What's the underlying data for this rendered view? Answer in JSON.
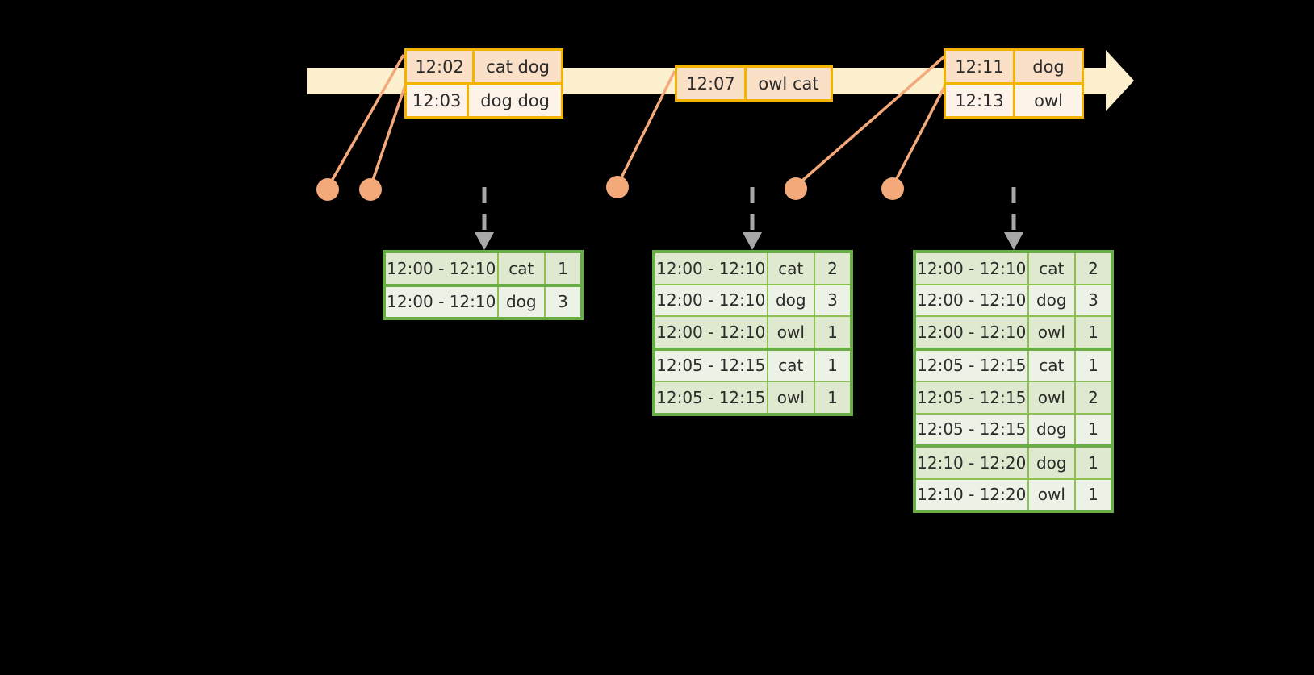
{
  "timeline": {
    "bar_color": "#fdf0cf",
    "accent_color": "#f5b301",
    "dot_color": "#f4a97a",
    "arrow_label": "time-arrow"
  },
  "events": [
    {
      "id": "event-box-1",
      "rows": [
        {
          "time": "12:02",
          "words": "cat dog"
        },
        {
          "time": "12:03",
          "words": "dog dog"
        }
      ]
    },
    {
      "id": "event-box-2",
      "rows": [
        {
          "time": "12:07",
          "words": "owl cat"
        }
      ]
    },
    {
      "id": "event-box-3",
      "rows": [
        {
          "time": "12:11",
          "words": "dog"
        },
        {
          "time": "12:13",
          "words": "owl"
        }
      ]
    }
  ],
  "results": [
    {
      "id": "result-table-1",
      "rows": [
        {
          "window": "12:00 - 12:10",
          "word": "cat",
          "count": "1"
        },
        {
          "window": "12:00 - 12:10",
          "word": "dog",
          "count": "3"
        }
      ]
    },
    {
      "id": "result-table-2",
      "rows": [
        {
          "window": "12:00 - 12:10",
          "word": "cat",
          "count": "2"
        },
        {
          "window": "12:00 - 12:10",
          "word": "dog",
          "count": "3"
        },
        {
          "window": "12:00 - 12:10",
          "word": "owl",
          "count": "1"
        },
        {
          "window": "12:05 - 12:15",
          "word": "cat",
          "count": "1"
        },
        {
          "window": "12:05 - 12:15",
          "word": "owl",
          "count": "1"
        }
      ]
    },
    {
      "id": "result-table-3",
      "rows": [
        {
          "window": "12:00 - 12:10",
          "word": "cat",
          "count": "2"
        },
        {
          "window": "12:00 - 12:10",
          "word": "dog",
          "count": "3"
        },
        {
          "window": "12:00 - 12:10",
          "word": "owl",
          "count": "1"
        },
        {
          "window": "12:05 - 12:15",
          "word": "cat",
          "count": "1"
        },
        {
          "window": "12:05 - 12:15",
          "word": "owl",
          "count": "2"
        },
        {
          "window": "12:05 - 12:15",
          "word": "dog",
          "count": "1"
        },
        {
          "window": "12:10 - 12:20",
          "word": "dog",
          "count": "1"
        },
        {
          "window": "12:10 - 12:20",
          "word": "owl",
          "count": "1"
        }
      ]
    }
  ]
}
